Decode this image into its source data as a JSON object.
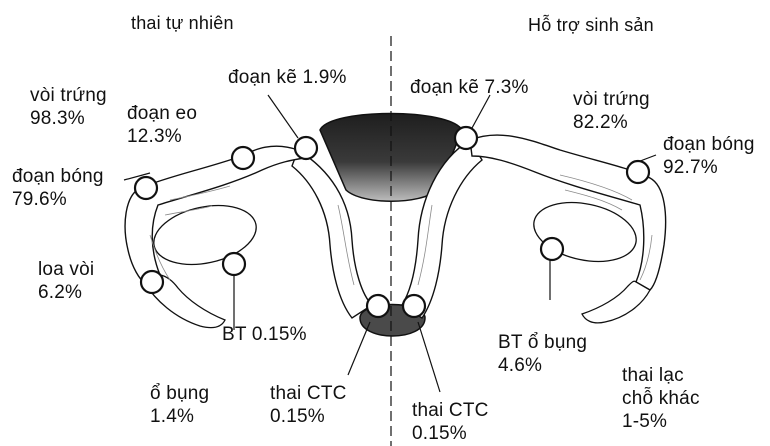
{
  "headers": {
    "left": "thai tự nhiên",
    "right": "Hỗ trợ sinh sản"
  },
  "left_side": {
    "voi_trung": {
      "name": "vòi trứng",
      "pct": "98.3%"
    },
    "doan_eo": {
      "name": "đoạn eo",
      "pct": "12.3%"
    },
    "doan_ke": {
      "text": "đoạn kẽ 1.9%"
    },
    "doan_bong": {
      "name": "đoạn bóng",
      "pct": "79.6%"
    },
    "loa_voi": {
      "name": "loa vòi",
      "pct": "6.2%"
    },
    "bt": {
      "text": "BT 0.15%"
    },
    "o_bung": {
      "name": "ổ bụng",
      "pct": "1.4%"
    },
    "thai_ctc": {
      "name": "thai CTC",
      "pct": "0.15%"
    }
  },
  "right_side": {
    "doan_ke": {
      "text": "đoạn kẽ 7.3%"
    },
    "voi_trung": {
      "name": "vòi trứng",
      "pct": "82.2%"
    },
    "doan_bong": {
      "name": "đoạn bóng",
      "pct": "92.7%"
    },
    "bt_o_bung": {
      "name": "BT ổ bụng",
      "pct": "4.6%"
    },
    "thai_ctc": {
      "name": "thai CTC",
      "pct": "0.15%"
    },
    "thai_lac": {
      "line1": "thai lạc",
      "line2": "chỗ khác",
      "pct": "1-5%"
    }
  },
  "colors": {
    "ink": "#111111",
    "uterus_dark": "#2a2a2a",
    "tissue": "#8a8a8a"
  }
}
